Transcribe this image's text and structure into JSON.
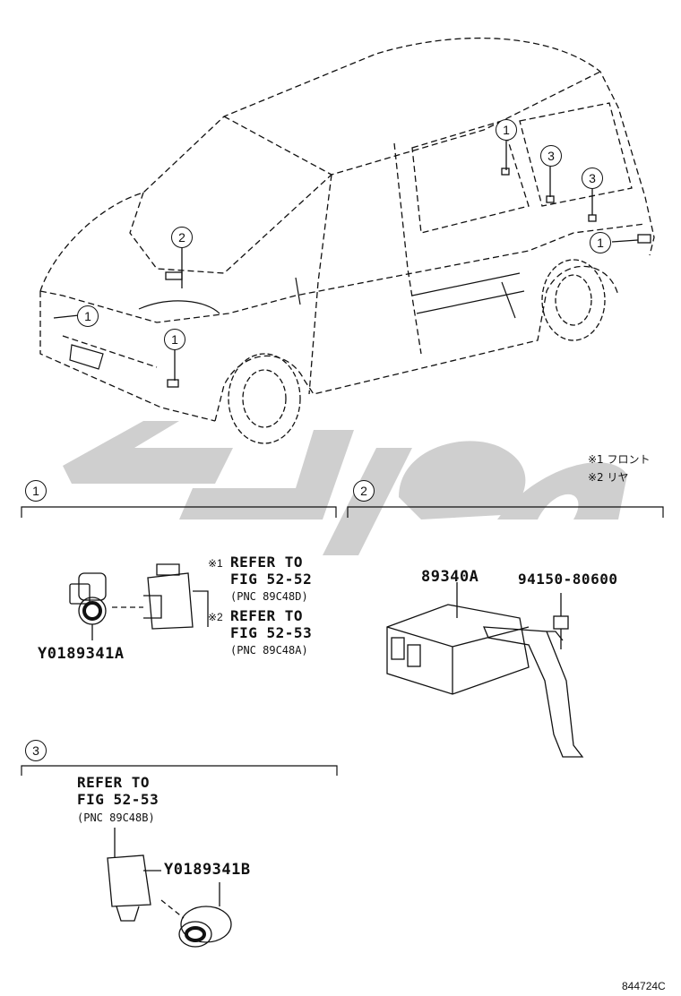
{
  "callouts": {
    "one": "1",
    "two": "2",
    "three": "3"
  },
  "legend": {
    "note1": "※1 フロント",
    "note2": "※2 リヤ"
  },
  "section1": {
    "part_sensor": "Y0189341A",
    "ref1_mark": "※1",
    "ref1_line1": "REFER TO",
    "ref1_line2": "FIG 52-52",
    "ref1_line3": "(PNC 89C48D)",
    "ref2_mark": "※2",
    "ref2_line1": "REFER TO",
    "ref2_line2": "FIG 52-53",
    "ref2_line3": "(PNC 89C48A)"
  },
  "section2": {
    "part_ecu": "89340A",
    "part_bolt": "94150-80600"
  },
  "section3": {
    "ref_line1": "REFER TO",
    "ref_line2": "FIG 52-53",
    "ref_line3": "(PNC 89C48B)",
    "part_sensor": "Y0189341B"
  },
  "watermark_text": "پارس",
  "figure_code": "844724C",
  "colors": {
    "watermark": "#d0d0d0",
    "ink": "#111111"
  }
}
